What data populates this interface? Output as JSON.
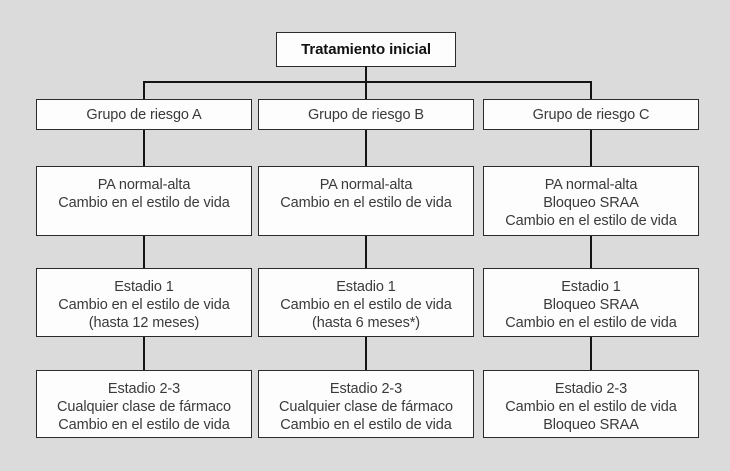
{
  "figure": {
    "type": "flowchart",
    "language": "es"
  },
  "root": {
    "title": "Tratamiento inicial"
  },
  "columns": [
    {
      "header": "Grupo de riesgo A",
      "boxes": [
        {
          "lines": [
            "PA normal-alta",
            "Cambio en el estilo de vida"
          ]
        },
        {
          "lines": [
            "Estadio 1",
            "Cambio en el estilo de vida",
            "(hasta 12 meses)"
          ]
        },
        {
          "lines": [
            "Estadio 2-3",
            "Cualquier clase de fármaco",
            "Cambio en el estilo de vida"
          ]
        }
      ]
    },
    {
      "header": "Grupo de riesgo B",
      "boxes": [
        {
          "lines": [
            "PA normal-alta",
            "Cambio en el estilo de vida"
          ]
        },
        {
          "lines": [
            "Estadio 1",
            "Cambio en el estilo de vida",
            "(hasta 6 meses*)"
          ]
        },
        {
          "lines": [
            "Estadio 2-3",
            "Cualquier clase de fármaco",
            "Cambio en el estilo de vida"
          ]
        }
      ]
    },
    {
      "header": "Grupo de riesgo C",
      "boxes": [
        {
          "lines": [
            "PA normal-alta",
            "Bloqueo SRAA",
            "Cambio en el estilo de vida"
          ]
        },
        {
          "lines": [
            "Estadio 1",
            "Bloqueo SRAA",
            "Cambio en el estilo de vida"
          ]
        },
        {
          "lines": [
            "Estadio 2-3",
            "Cambio en el estilo de vida",
            "Bloqueo SRAA"
          ]
        }
      ]
    }
  ],
  "colors": {
    "background": "#dbdbdb",
    "box_bg": "#fdfdfd",
    "border": "#2b2b2b",
    "connector": "#141414",
    "text": "#3a3a3a",
    "title_text": "#111111"
  }
}
